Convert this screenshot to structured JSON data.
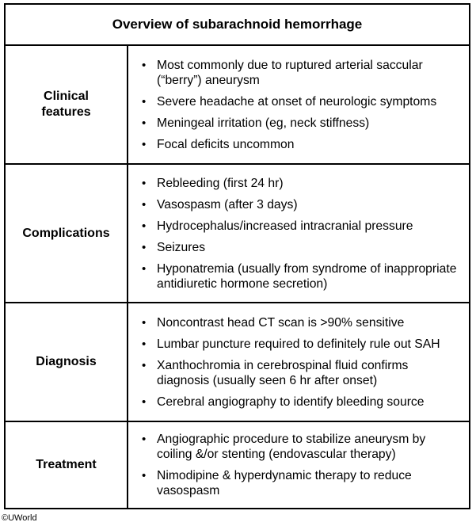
{
  "title": "Overview of subarachnoid hemorrhage",
  "rows": [
    {
      "label": "Clinical features",
      "items": [
        "Most commonly due to ruptured arterial saccular (“berry”) aneurysm",
        "Severe headache at onset of neurologic symptoms",
        "Meningeal irritation (eg, neck stiffness)",
        "Focal deficits uncommon"
      ]
    },
    {
      "label": "Complications",
      "items": [
        "Rebleeding (first 24 hr)",
        "Vasospasm (after 3 days)",
        "Hydrocephalus/increased intracranial pressure",
        "Seizures",
        "Hyponatremia (usually from syndrome of inappropriate antidiuretic hormone secretion)"
      ]
    },
    {
      "label": "Diagnosis",
      "items": [
        "Noncontrast head CT scan is >90% sensitive",
        "Lumbar puncture required to definitely rule out SAH",
        "Xanthochromia in cerebrospinal fluid confirms diagnosis (usually seen 6 hr after onset)",
        "Cerebral angiography to identify bleeding source"
      ]
    },
    {
      "label": "Treatment",
      "items": [
        "Angiographic procedure to stabilize aneurysm by coiling &/or stenting (endovascular therapy)",
        "Nimodipine & hyperdynamic therapy to reduce vasospasm"
      ]
    }
  ],
  "copyright": "©UWorld"
}
